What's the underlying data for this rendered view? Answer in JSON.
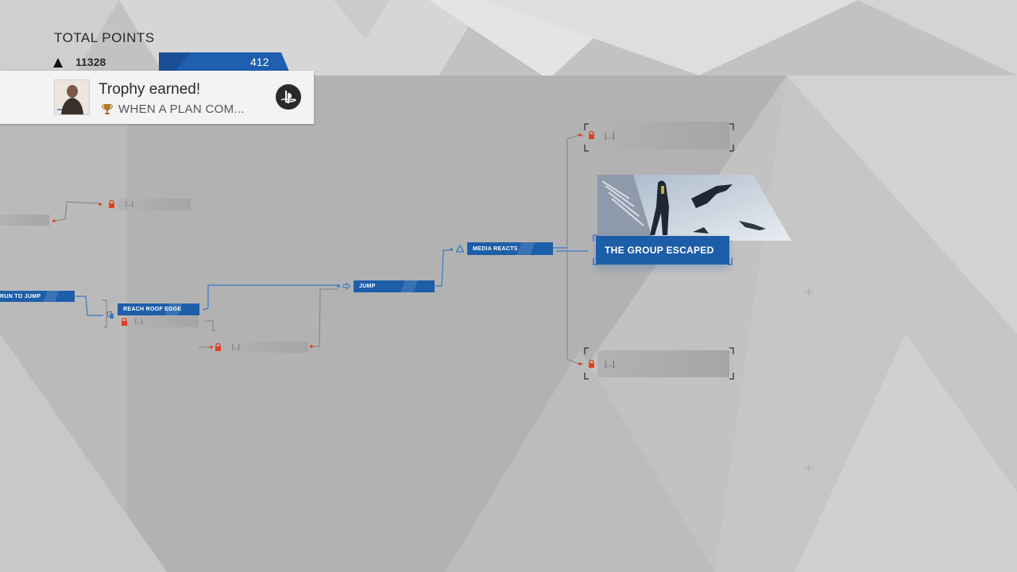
{
  "hud": {
    "points_label": "TOTAL POINTS",
    "total_points": "11328",
    "chapter_points": "412",
    "points_icon": "triangle-icon"
  },
  "trophy": {
    "title": "Trophy earned!",
    "name": "WHEN A PLAN COM...",
    "icons": [
      "player-avatar",
      "trophy-cup-icon",
      "playstation-logo-icon"
    ]
  },
  "flowchart": {
    "nodes": {
      "run_to_jump": "RUN TO JUMP",
      "reach_roof_edge": "REACH ROOF EDGE",
      "jump": "JUMP",
      "media_reacts": "MEDIA REACTS",
      "group_escaped": "THE GROUP ESCAPED",
      "locked_placeholder": "[...]"
    },
    "icons": [
      "lock-icon",
      "arrow-right-icon",
      "triangle-icon",
      "copy-icon"
    ]
  },
  "colors": {
    "accent_blue": "#1d5ea9",
    "lock_red": "#e0401f",
    "background_gray": "#bdbdbd",
    "connector_blue": "#3b78c2"
  }
}
